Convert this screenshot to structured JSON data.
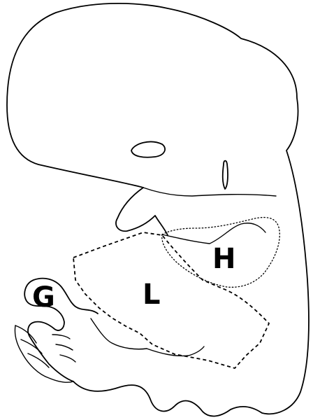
{
  "labels": {
    "h": "H",
    "l": "L",
    "g": "G"
  },
  "colors": {
    "line": "#000000",
    "background": "#ffffff"
  }
}
